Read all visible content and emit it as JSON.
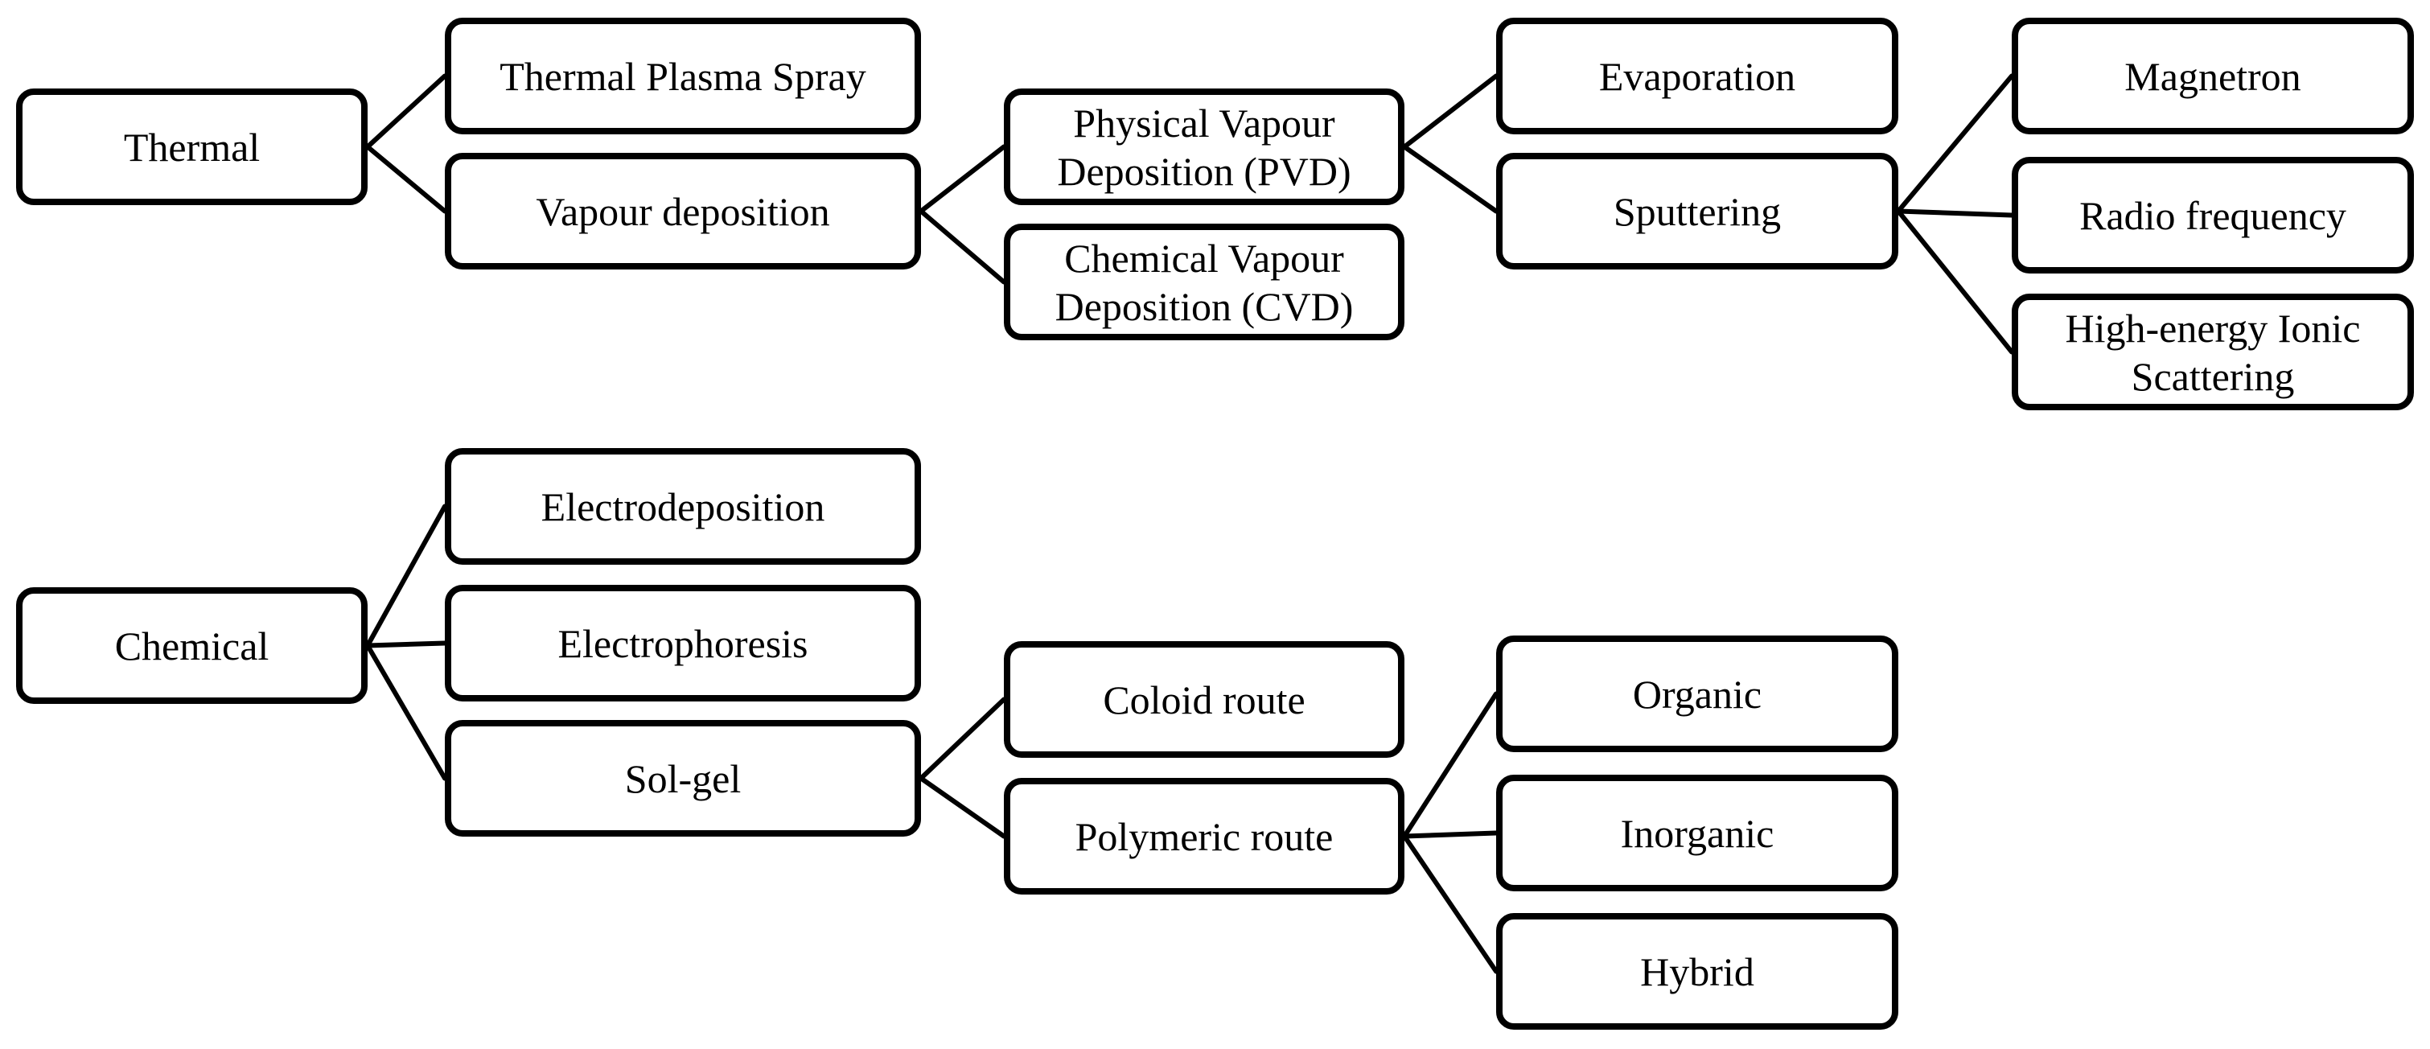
{
  "nodes": {
    "thermal": "Thermal",
    "thermal_plasma_spray": "Thermal Plasma Spray",
    "vapour_deposition": "Vapour deposition",
    "pvd": "Physical Vapour\nDeposition (PVD)",
    "cvd": "Chemical Vapour\nDeposition (CVD)",
    "evaporation": "Evaporation",
    "sputtering": "Sputtering",
    "magnetron": "Magnetron",
    "radio_frequency": "Radio frequency",
    "high_energy_ionic": "High-energy Ionic\nScattering",
    "chemical": "Chemical",
    "electrodeposition": "Electrodeposition",
    "electrophoresis": "Electrophoresis",
    "sol_gel": "Sol-gel",
    "coloid_route": "Coloid route",
    "polymeric_route": "Polymeric route",
    "organic": "Organic",
    "inorganic": "Inorganic",
    "hybrid": "Hybrid"
  },
  "edges": [
    [
      "thermal",
      "thermal_plasma_spray"
    ],
    [
      "thermal",
      "vapour_deposition"
    ],
    [
      "vapour_deposition",
      "pvd"
    ],
    [
      "vapour_deposition",
      "cvd"
    ],
    [
      "pvd",
      "evaporation"
    ],
    [
      "pvd",
      "sputtering"
    ],
    [
      "sputtering",
      "magnetron"
    ],
    [
      "sputtering",
      "radio_frequency"
    ],
    [
      "sputtering",
      "high_energy_ionic"
    ],
    [
      "chemical",
      "electrodeposition"
    ],
    [
      "chemical",
      "electrophoresis"
    ],
    [
      "chemical",
      "sol_gel"
    ],
    [
      "sol_gel",
      "coloid_route"
    ],
    [
      "sol_gel",
      "polymeric_route"
    ],
    [
      "polymeric_route",
      "organic"
    ],
    [
      "polymeric_route",
      "inorganic"
    ],
    [
      "polymeric_route",
      "hybrid"
    ]
  ]
}
